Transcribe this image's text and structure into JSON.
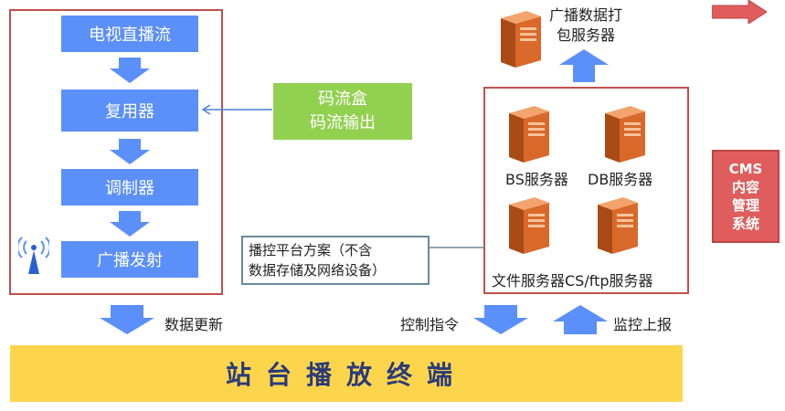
{
  "chain": [
    {
      "label": "电视直播流"
    },
    {
      "label": "复用器"
    },
    {
      "label": "调制器"
    },
    {
      "label": "广播发射"
    }
  ],
  "stream_box": {
    "line1": "码流盒",
    "line2": "码流输出"
  },
  "packaging_server": {
    "line1": "广播数据打",
    "line2": "包服务器"
  },
  "servers": {
    "bs": "BS服务器",
    "db": "DB服务器",
    "file_cs": "文件服务器CS/ftp服务器"
  },
  "cms": {
    "lines": [
      "CMS",
      "内容",
      "管理",
      "系统"
    ]
  },
  "platform": {
    "line1": "播控平台方案（不含",
    "line2": "数据存储及网络设备）"
  },
  "flows": {
    "data_update": "数据更新",
    "control_cmd": "控制指令",
    "monitor_report": "监控上报"
  },
  "terminal": {
    "label": "站台播放终端"
  },
  "colors": {
    "chain_box": "#5b8ff9",
    "frame": "#c0504d",
    "green_box": "#92d050",
    "cms_box": "#e05d5d",
    "terminal": "#fdd54d",
    "server": "#d9692b"
  }
}
